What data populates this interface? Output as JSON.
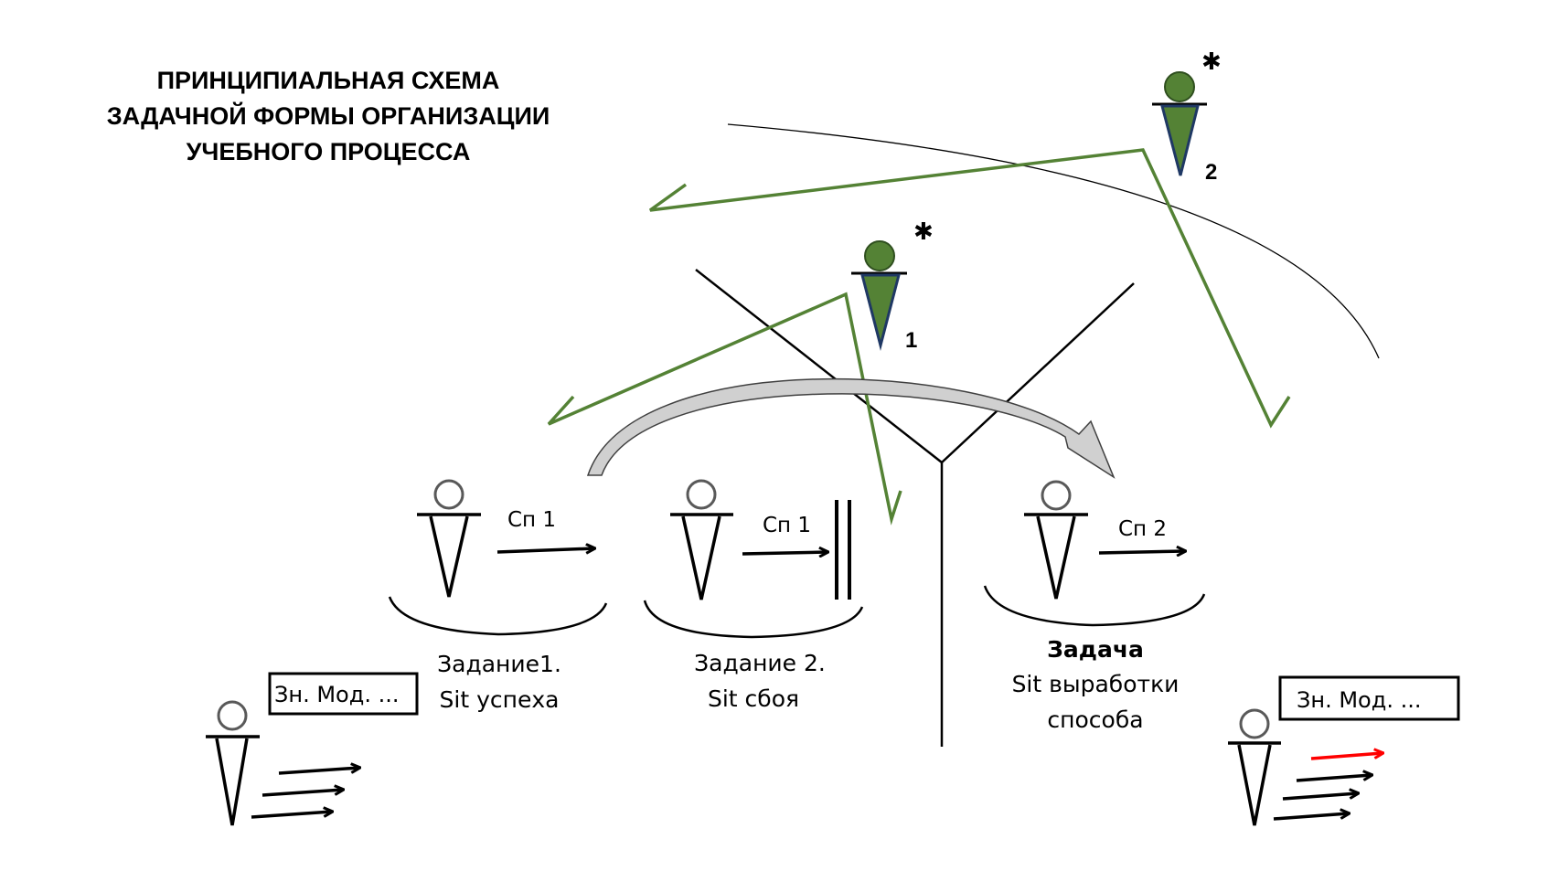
{
  "title": {
    "line1": "ПРИНЦИПИАЛЬНАЯ СХЕМА",
    "line2": "ЗАДАЧНОЙ ФОРМЫ ОРГАНИЗАЦИИ",
    "line3": "УЧЕБНОГО ПРОЦЕССА"
  },
  "teachers": [
    {
      "number": "1",
      "mark": "✱",
      "color": "#548235"
    },
    {
      "number": "2",
      "mark": "✱",
      "color": "#548235"
    }
  ],
  "stages": [
    {
      "arrow_label": "Сп 1",
      "caption_line1": "Задание1.",
      "caption_line2": "Sit успеха"
    },
    {
      "arrow_label": "Сп 1",
      "caption_line1": "Задание 2.",
      "caption_line2": "Sit сбоя"
    },
    {
      "arrow_label": "Сп 2",
      "caption_line1": "Задача",
      "caption_line2": "Sit выработки",
      "caption_line3": "способа"
    }
  ],
  "knowledge_boxes": [
    {
      "label": "Зн. Мод. ..."
    },
    {
      "label": "Зн. Мод. ..."
    }
  ],
  "colors": {
    "green_line": "#548235",
    "red_arrow": "#ff0000",
    "outline": "#000000",
    "head_outline": "#595959"
  }
}
